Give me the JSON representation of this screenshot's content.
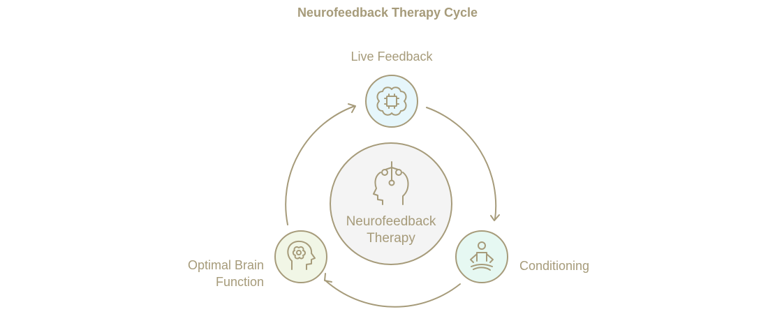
{
  "title": "Neurofeedback Therapy Cycle",
  "center": {
    "line1": "Neurofeedback",
    "line2": "Therapy",
    "icon": "head-electrodes-icon",
    "fill": "#f4f4f4"
  },
  "nodes": [
    {
      "label": "Live Feedback",
      "icon": "brain-chip-icon",
      "fill": "#e6f6fb"
    },
    {
      "label": "Conditioning",
      "icon": "meditation-icon",
      "fill": "#e6f8f2"
    },
    {
      "label_line1": "Optimal Brain",
      "label_line2": "Function",
      "icon": "head-flower-icon",
      "fill": "#f1f6e6"
    }
  ],
  "colors": {
    "stroke": "#a69b7a",
    "text": "#a69b7a"
  }
}
